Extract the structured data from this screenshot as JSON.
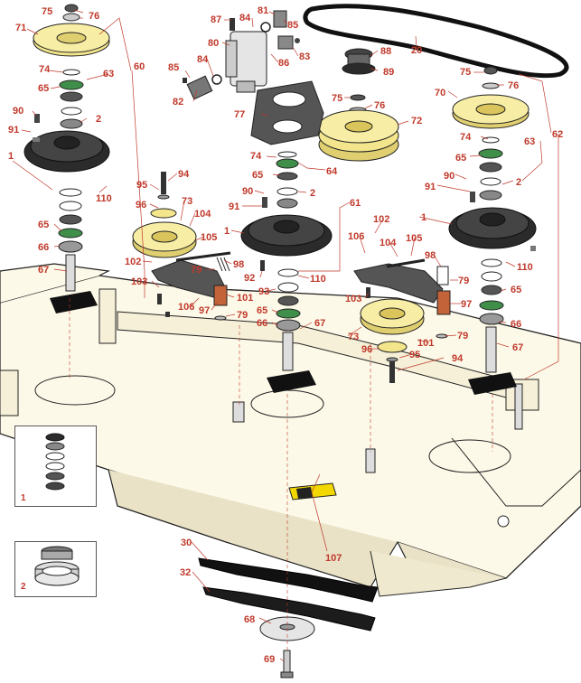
{
  "labels": {
    "l75a": "75",
    "l76a": "76",
    "l71": "71",
    "l74a": "74",
    "l63a": "63",
    "l60": "60",
    "l65a": "65",
    "l90a": "90",
    "l2a": "2",
    "l91a": "91",
    "l1a": "1",
    "l110a": "110",
    "l65b": "65",
    "l66a": "66",
    "l67a": "67",
    "l87": "87",
    "l84a": "84",
    "l81": "81",
    "l85a": "85",
    "l80": "80",
    "l86": "86",
    "l83": "83",
    "l85b": "85",
    "l84b": "84",
    "l82": "82",
    "l20": "20",
    "l88": "88",
    "l89": "89",
    "l75b": "75",
    "l76b": "76",
    "l77": "77",
    "l72": "72",
    "l74b": "74",
    "l64": "64",
    "l65c": "65",
    "l90b": "90",
    "l2b": "2",
    "l91b": "91",
    "l1b": "1",
    "l61": "61",
    "l110b": "110",
    "l92": "92",
    "l93": "93",
    "l65d": "65",
    "l66b": "66",
    "l67b": "67",
    "l101a": "101",
    "l94a": "94",
    "l95a": "95",
    "l96a": "96",
    "l73a": "73",
    "l104a": "104",
    "l105a": "105",
    "l98a": "98",
    "l79a": "79",
    "l102a": "102",
    "l103a": "103",
    "l106a": "106",
    "l97a": "97",
    "l79b": "79",
    "l75c": "75",
    "l76c": "76",
    "l70": "70",
    "l62": "62",
    "l74c": "74",
    "l63b": "63",
    "l65e": "65",
    "l90c": "90",
    "l2c": "2",
    "l91c": "91",
    "l1c": "1",
    "l110c": "110",
    "l65f": "65",
    "l66c": "66",
    "l67c": "67",
    "l102b": "102",
    "l106b": "106",
    "l104b": "104",
    "l105b": "105",
    "l98b": "98",
    "l79c": "79",
    "l103b": "103",
    "l97b": "97",
    "l73b": "73",
    "l101b": "101",
    "l79d": "79",
    "l96b": "96",
    "l95b": "95",
    "l94b": "94",
    "l107": "107",
    "l30": "30",
    "l32": "32",
    "l68": "68",
    "l69": "69"
  },
  "insets": {
    "inset1_label": "1",
    "inset2_label": "2"
  },
  "colors": {
    "callout": "#c0392b",
    "pulley": "#f3e58c",
    "deck": "#fdf9e8",
    "metal": "#9a9a9a",
    "dark": "#2b2b2b",
    "green": "#3f8f4a"
  }
}
